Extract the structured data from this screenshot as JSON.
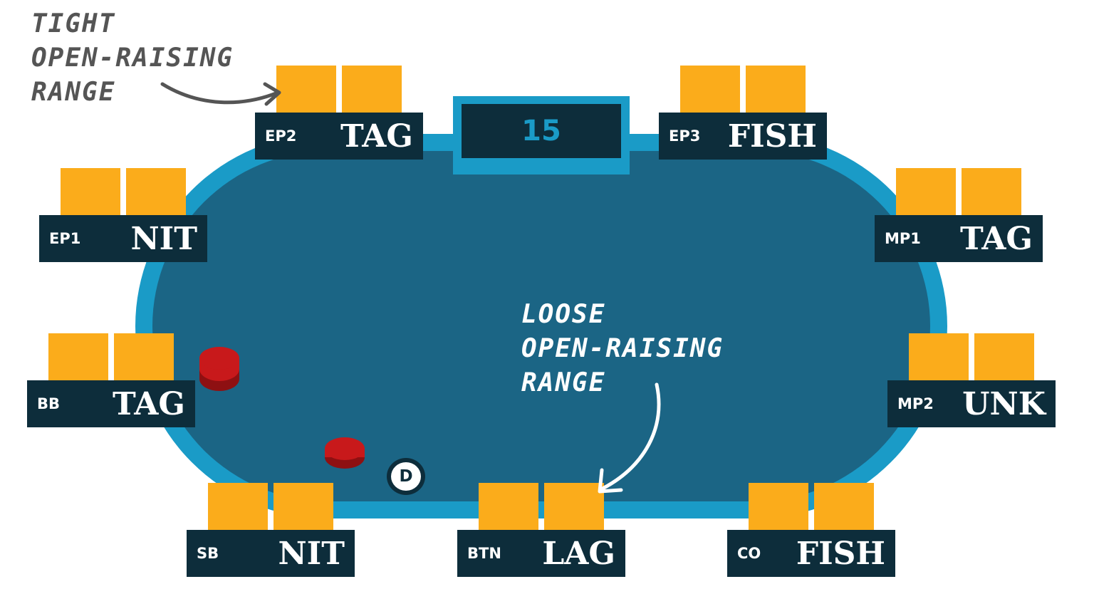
{
  "pot": {
    "value": "15"
  },
  "dealer_button": {
    "label": "D"
  },
  "seats": [
    {
      "id": "ep2",
      "position": "EP2",
      "player_type": "TAG"
    },
    {
      "id": "ep3",
      "position": "EP3",
      "player_type": "FISH"
    },
    {
      "id": "ep1",
      "position": "EP1",
      "player_type": "NIT"
    },
    {
      "id": "mp1",
      "position": "MP1",
      "player_type": "TAG"
    },
    {
      "id": "bb",
      "position": "BB",
      "player_type": "TAG"
    },
    {
      "id": "mp2",
      "position": "MP2",
      "player_type": "UNK"
    },
    {
      "id": "sb",
      "position": "SB",
      "player_type": "NIT"
    },
    {
      "id": "btn",
      "position": "BTN",
      "player_type": "LAG"
    },
    {
      "id": "co",
      "position": "CO",
      "player_type": "FISH"
    }
  ],
  "annotations": {
    "tight": [
      "TIGHT",
      "OPEN-RAISING",
      "RANGE"
    ],
    "loose": [
      "LOOSE",
      "OPEN-RAISING",
      "RANGE"
    ]
  },
  "colors": {
    "rail": "#1a9bc7",
    "felt": "#1b6585",
    "plate": "#0d2d3b",
    "card": "#fbac1b",
    "chip": "#c8191b",
    "chip_dark": "#8e1012",
    "pot_text": "#1a9bc7",
    "label_text": "#ffffff",
    "annotation_dark": "#555555",
    "annotation_light": "#ffffff"
  }
}
